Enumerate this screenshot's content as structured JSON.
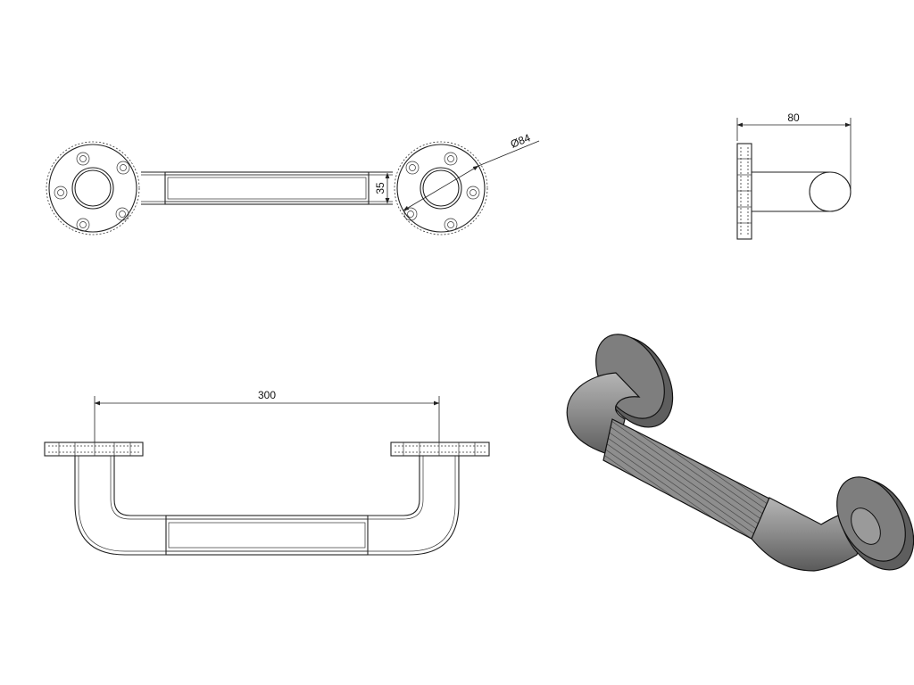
{
  "drawing": {
    "dimensions": {
      "flange_diameter": "Ø84",
      "tube_diameter": "35",
      "projection": "80",
      "center_distance": "300"
    },
    "colors": {
      "line": "#222222",
      "iso_fill": "#8c8c8c",
      "iso_shadow": "#5e5e5e",
      "background": "#ffffff"
    }
  }
}
